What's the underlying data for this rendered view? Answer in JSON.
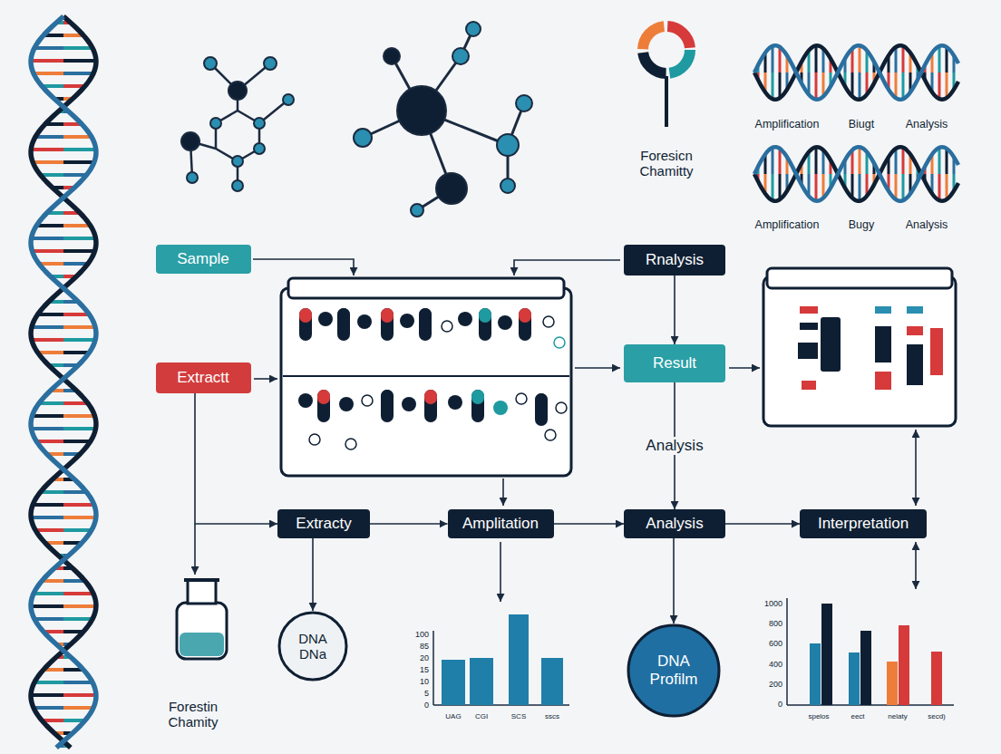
{
  "diagram": {
    "nodes": [
      {
        "text": [
          "Sample"
        ]
      },
      {
        "text": [
          "Extractt"
        ]
      },
      {
        "text": [
          "Rnalysis"
        ]
      },
      {
        "text": [
          "Result"
        ]
      },
      {
        "text": [
          "Extracty"
        ]
      },
      {
        "text": [
          "Amplitation"
        ]
      },
      {
        "text": [
          "Analysis"
        ]
      },
      {
        "text": [
          "Interpretation"
        ]
      },
      {
        "text": [
          "DNA DNa"
        ]
      },
      {
        "text": [
          "DNA Profilm"
        ]
      }
    ],
    "edges": [
      {
        "from": 1,
        "to": 4,
        "arrow": "to"
      },
      {
        "from": 2,
        "to": 3,
        "arrow": "to"
      },
      {
        "from": 3,
        "to": 6,
        "label": "Analysis",
        "arrow": "to"
      },
      {
        "from": 4,
        "to": 5,
        "arrow": "to"
      },
      {
        "from": 5,
        "to": 6,
        "arrow": "to"
      },
      {
        "from": 6,
        "to": 7,
        "arrow": "to"
      },
      {
        "from": 4,
        "to": 8,
        "arrow": "to"
      },
      {
        "from": 6,
        "to": 9,
        "arrow": "to"
      }
    ],
    "labels": [
      "Foresicn Chamitty",
      "Amplification",
      "Biugt",
      "Analysis",
      "Amplification",
      "Bugy",
      "Analysis",
      "Forestin Chamity",
      "100",
      "85",
      "20",
      "15",
      "10",
      "5",
      "0",
      "UAG",
      "CGI",
      "SCS",
      "sscs",
      "1000",
      "800",
      "600",
      "400",
      "200",
      "0",
      "spelos",
      "eect",
      "nelaty",
      "secd)"
    ]
  }
}
